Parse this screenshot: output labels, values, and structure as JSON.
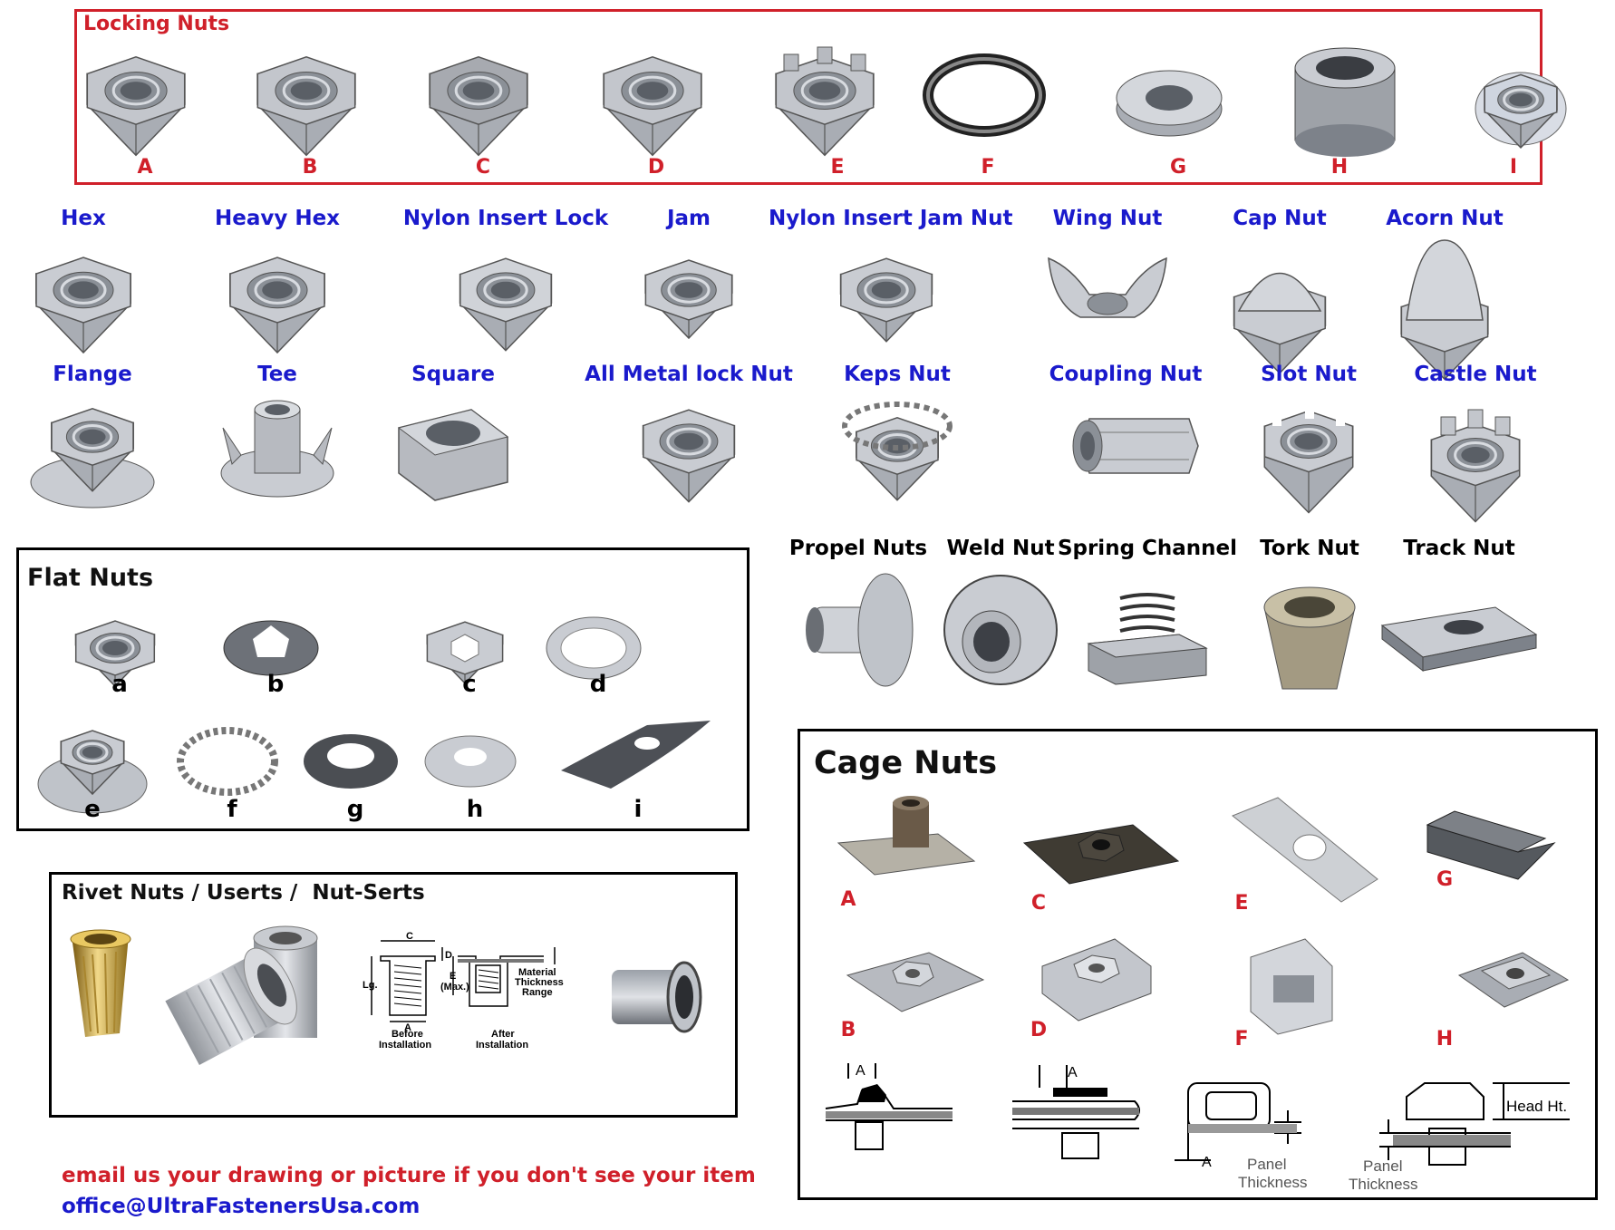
{
  "colors": {
    "red": "#d0202a",
    "blue": "#1a1acc",
    "black": "#000000",
    "metal": "#c9ccd2",
    "metal_dark": "#7d828a"
  },
  "locking": {
    "title": "Locking Nuts",
    "letters": [
      "A",
      "B",
      "C",
      "D",
      "E",
      "F",
      "G",
      "H",
      "I"
    ]
  },
  "row1": {
    "labels": [
      "Hex",
      "Heavy Hex",
      "Nylon Insert Lock",
      "Jam",
      "Nylon Insert Jam Nut",
      "Wing Nut",
      "Cap Nut",
      "Acorn Nut"
    ]
  },
  "row2": {
    "labels": [
      "Flange",
      "Tee",
      "Square",
      "All Metal lock Nut",
      "Keps Nut",
      "Coupling Nut",
      "Slot Nut",
      "Castle Nut"
    ]
  },
  "special": {
    "labels": [
      "Propel Nuts",
      "Weld Nut",
      "Spring Channel",
      "Tork Nut",
      "Track Nut"
    ]
  },
  "flat": {
    "title": "Flat Nuts",
    "letters": [
      "a",
      "b",
      "c",
      "d",
      "e",
      "f",
      "g",
      "h",
      "i"
    ]
  },
  "rivet": {
    "title": "Rivet Nuts / Userts /  Nut-Serts",
    "diagram": {
      "c": "C",
      "d": "D",
      "lg": "Lg.",
      "a": "A",
      "e": "E",
      "max": "(Max.)",
      "material": "Material",
      "thickness": "Thickness",
      "range": "Range",
      "before1": "Before",
      "before2": "Installation",
      "after1": "After",
      "after2": "Installation"
    }
  },
  "cage": {
    "title": "Cage Nuts",
    "letters": [
      "A",
      "C",
      "E",
      "G",
      "B",
      "D",
      "F",
      "H"
    ],
    "diagram": {
      "a": "A",
      "panel": "Panel",
      "thickness": "Thickness",
      "head": "Head Ht."
    }
  },
  "footer": {
    "line1": "email us your drawing or picture if you don't see your item",
    "line2": "office@UltraFastenersUsa.com"
  }
}
